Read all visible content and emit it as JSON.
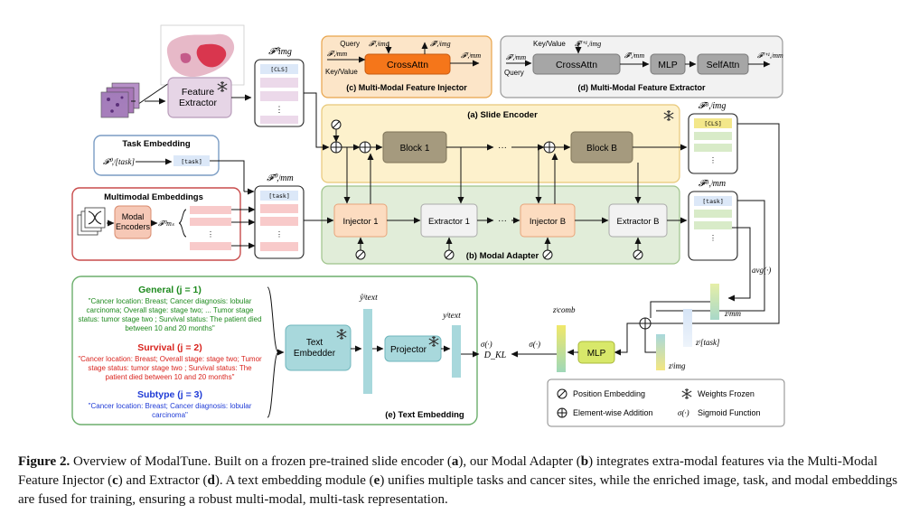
{
  "caption": {
    "figure_label": "Figure 2.",
    "parts": [
      {
        "t": " Overview of ModalTune. Built on a frozen pre-trained slide encoder ("
      },
      {
        "t": "a",
        "b": true
      },
      {
        "t": "), our Modal Adapter ("
      },
      {
        "t": "b",
        "b": true
      },
      {
        "t": ") integrates extra-modal features via the Multi-Modal Feature Injector ("
      },
      {
        "t": "c",
        "b": true
      },
      {
        "t": ") and Extractor ("
      },
      {
        "t": "d",
        "b": true
      },
      {
        "t": "). A text embedding module ("
      },
      {
        "t": "e",
        "b": true
      },
      {
        "t": ") unifies multiple tasks and cancer sites, while the enriched image, task, and modal embeddings are fused for training, ensuring a robust multi-modal, multi-task representation."
      }
    ]
  },
  "diagram": {
    "feature_extractor": "Feature\nExtractor",
    "cls_token": "[CLS]",
    "task_token": "[task]",
    "ellipsis_v": "⋮",
    "ellipsis_h": "···",
    "f_img0": "𝓕⁰img",
    "task_embedding": {
      "title": "Task Embedding",
      "input": "𝓕⁰,ʲ[task]"
    },
    "multimodal": {
      "title": "Multimodal Embeddings",
      "encoders": "Modal\nEncoders",
      "out": "𝓕⁰mₛ"
    },
    "f_mm0": "𝓕⁰,ʲmm",
    "injector_c": {
      "caption": "(c) Multi-Modal Feature Injector",
      "block": "CrossAttn",
      "query": "Query",
      "keyvalue": "Key/Value",
      "in_mm": "𝓕ⁱ,ʲmm",
      "in_img": "𝓕ⁱ,ʲimg",
      "out_img": "𝓕̂ⁱ,ʲimg",
      "out_mm": "𝓕ⁱ,ʲmm"
    },
    "extractor_d": {
      "caption": "(d) Multi-Modal Feature Extractor",
      "keyvalue": "Key/Value",
      "query": "Query",
      "in_img": "𝓕ⁱ⁺¹,ʲimg",
      "in_mm": "𝓕ⁱ,ʲmm",
      "block1": "CrossAttn",
      "mid": "𝓕̂ⁱ,ʲmm",
      "block2": "MLP",
      "block3": "SelfAttn",
      "out": "𝓕ⁱ⁺¹,ʲmm"
    },
    "slide_encoder": {
      "caption": "(a) Slide Encoder",
      "block1": "Block 1",
      "blockB": "Block B"
    },
    "modal_adapter": {
      "caption": "(b) Modal Adapter",
      "injector1": "Injector 1",
      "extractor1": "Extractor 1",
      "injectorB": "Injector B",
      "extractorB": "Extractor B"
    },
    "f_imgB": "𝓕ᴮ,ʲimg",
    "f_mmB": "𝓕ᴮ,ʲmm",
    "avg": "avg(·)",
    "z_mm": "zʲmm",
    "z_task": "zʲ[task]",
    "z_img": "zʲimg",
    "z_comb": "zʲcomb",
    "mlp": "MLP",
    "sigma": "σ(·)",
    "dkl": "D_KL",
    "text_embedding": {
      "caption": "(e) Text Embedding",
      "general_title": "General (j = 1)",
      "general_text": "\"Cancer location: Breast; Cancer diagnosis: lobular carcinoma; Overall stage: stage two; ... Tumor stage status: tumor stage two ; Survival status: The patient died between 10 and 20 months\"",
      "survival_title": "Survival (j = 2)",
      "survival_text": "\"Cancer location: Breast; Overall stage: stage two; Tumor stage status: tumor stage two ; Survival status: The patient died between 10 and 20 months\"",
      "subtype_title": "Subtype (j = 3)",
      "subtype_text": "\"Cancer location: Breast; Cancer diagnosis: lobular carcinoma\"",
      "embedder": "Text\nEmbedder",
      "projector": "Projector",
      "yhat": "ŷʲtext",
      "y": "yʲtext"
    },
    "legend": {
      "pos": "Position Embedding",
      "frozen": "Weights Frozen",
      "add": "Element-wise Addition",
      "sigmoid": "Sigmoid Function",
      "sigmoid_sym": "σ(·)"
    },
    "colors": {
      "injector_orange": "#F5761A",
      "slide_yellow": "#FDF1CC",
      "adapter_green": "#E1EDD9",
      "block_gray": "#A59A7E",
      "feature_purple": "#E6D5E6",
      "text_green": "#1E8A1E",
      "text_red": "#D9241E",
      "text_blue": "#1F3BD6",
      "teal": "#A8D8DC",
      "mlp_green": "#D8E86A"
    }
  }
}
